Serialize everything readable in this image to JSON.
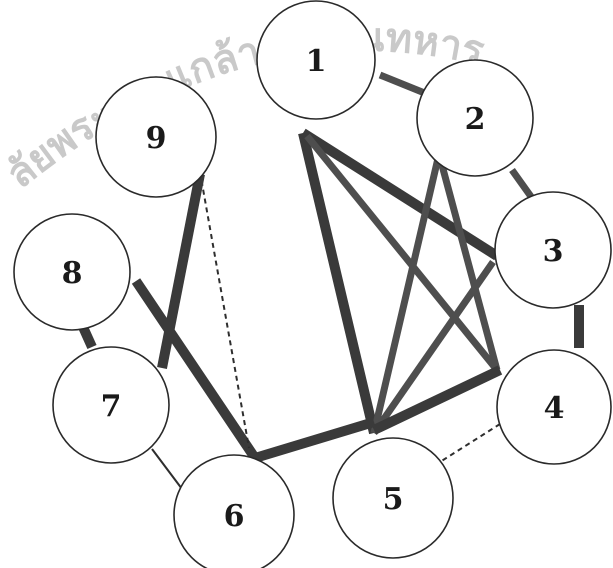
{
  "watermark": {
    "text": "ลัยพระจอมเกล้าเจ้าคุณทหาร",
    "color": "#cfcfcf"
  },
  "diagram": {
    "nodes": [
      {
        "id": "1",
        "label": "1"
      },
      {
        "id": "2",
        "label": "2"
      },
      {
        "id": "3",
        "label": "3"
      },
      {
        "id": "4",
        "label": "4"
      },
      {
        "id": "5",
        "label": "5"
      },
      {
        "id": "6",
        "label": "6"
      },
      {
        "id": "7",
        "label": "7"
      },
      {
        "id": "8",
        "label": "8"
      },
      {
        "id": "9",
        "label": "9"
      }
    ],
    "edges": [
      {
        "from": "1",
        "to": "2",
        "weight": "medium",
        "style": "solid"
      },
      {
        "from": "2",
        "to": "3",
        "weight": "medium",
        "style": "solid"
      },
      {
        "from": "3",
        "to": "4",
        "weight": "heavy",
        "style": "solid"
      },
      {
        "from": "4",
        "to": "5",
        "weight": "light",
        "style": "dashed"
      },
      {
        "from": "1",
        "to": "5",
        "weight": "heavy",
        "style": "solid"
      },
      {
        "from": "1",
        "to": "3",
        "weight": "heavy",
        "style": "solid"
      },
      {
        "from": "1",
        "to": "4",
        "weight": "medium",
        "style": "solid"
      },
      {
        "from": "2",
        "to": "5",
        "weight": "medium",
        "style": "solid"
      },
      {
        "from": "2",
        "to": "4",
        "weight": "medium",
        "style": "solid"
      },
      {
        "from": "3",
        "to": "5",
        "weight": "medium",
        "style": "solid"
      },
      {
        "from": "4",
        "to": "5",
        "weight": "heavy",
        "style": "solid"
      },
      {
        "from": "4",
        "to": "6",
        "weight": "heavy",
        "style": "solid"
      },
      {
        "from": "6",
        "to": "8",
        "weight": "heavy",
        "style": "solid"
      },
      {
        "from": "6",
        "to": "9",
        "weight": "light",
        "style": "dashed"
      },
      {
        "from": "6",
        "to": "7",
        "weight": "light",
        "style": "solid"
      },
      {
        "from": "7",
        "to": "8",
        "weight": "heavy",
        "style": "solid"
      },
      {
        "from": "7",
        "to": "9",
        "weight": "heavy",
        "style": "solid"
      }
    ]
  }
}
